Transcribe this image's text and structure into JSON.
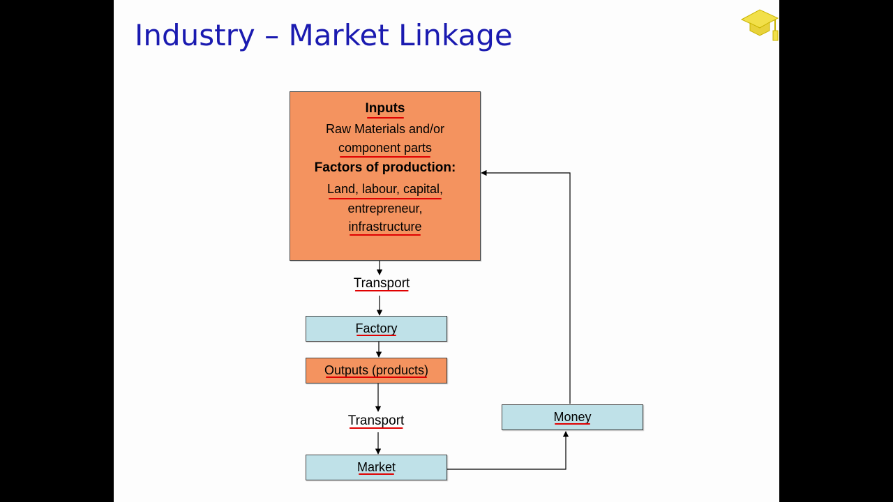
{
  "slide": {
    "title": "Industry – Market Linkage",
    "background": "#fdfdfd",
    "title_color": "#1a1ab0"
  },
  "logo": {
    "icon": "graduation-cap-icon",
    "color": "#f2e04a"
  },
  "diagram": {
    "inputs": {
      "heading": "Inputs",
      "raw_line1": "Raw Materials and/or",
      "raw_line2": "component parts",
      "factors_heading": "Factors of production:",
      "factors_line1": "Land, labour, capital,",
      "factors_line2": "entrepreneur,",
      "factors_line3": "infrastructure",
      "fill": "#f4935f"
    },
    "transport_1": "Transport",
    "factory": "Factory",
    "outputs": "Outputs (products)",
    "transport_2": "Transport",
    "market": "Market",
    "money": "Money",
    "teal_fill": "#bfe1e8",
    "annotation_color": "#e00000"
  }
}
